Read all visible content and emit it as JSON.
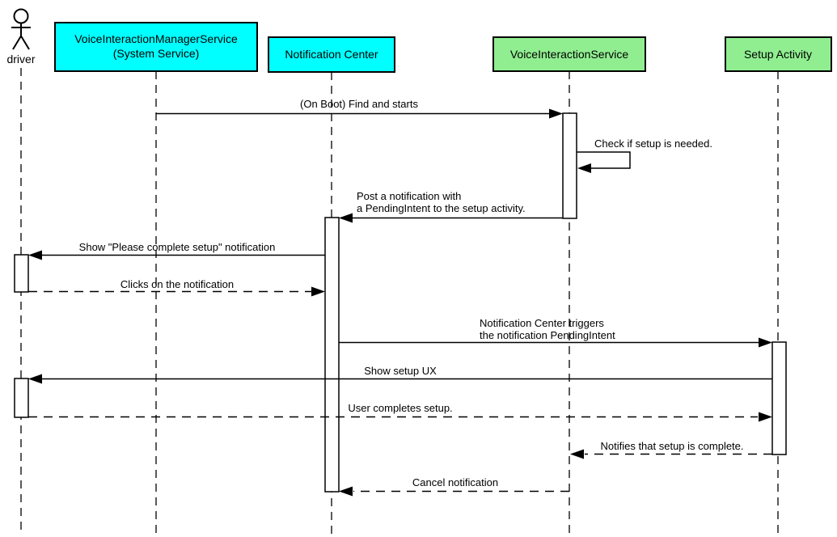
{
  "diagram": {
    "type": "uml-sequence-diagram",
    "colors": {
      "participant_cyan": "#00FFFF",
      "participant_green": "#90EE90",
      "line": "#000000",
      "activation_fill": "#FFFFFF",
      "background": "#FFFFFF"
    },
    "participants": [
      {
        "id": "driver",
        "type": "actor",
        "label": "driver"
      },
      {
        "id": "voice-interaction-manager-service",
        "type": "box",
        "lines": [
          "VoiceInteractionManagerService",
          "(System Service)"
        ],
        "fill": "#00FFFF"
      },
      {
        "id": "notification-center",
        "type": "box",
        "label": "Notification Center",
        "fill": "#00FFFF"
      },
      {
        "id": "voice-interaction-service",
        "type": "box",
        "label": "VoiceInteractionService",
        "fill": "#90EE90"
      },
      {
        "id": "setup-activity",
        "type": "box",
        "label": "Setup Activity",
        "fill": "#90EE90"
      }
    ],
    "messages": [
      {
        "from": "voice-interaction-manager-service",
        "to": "voice-interaction-service",
        "line": "solid",
        "text": "(On Boot) Find and starts"
      },
      {
        "from": "voice-interaction-service",
        "to": "voice-interaction-service",
        "line": "solid-self",
        "text": "Check if setup is needed."
      },
      {
        "from": "voice-interaction-service",
        "to": "notification-center",
        "line": "solid",
        "lines": [
          "Post a notification with",
          "a PendingIntent to the setup activity."
        ]
      },
      {
        "from": "notification-center",
        "to": "driver",
        "line": "solid",
        "text": "Show \"Please complete setup\" notification"
      },
      {
        "from": "driver",
        "to": "notification-center",
        "line": "dashed",
        "text": "Clicks on the notification"
      },
      {
        "from": "notification-center",
        "to": "setup-activity",
        "line": "solid",
        "lines": [
          "Notification Center triggers",
          "the notification PendingIntent"
        ]
      },
      {
        "from": "setup-activity",
        "to": "driver",
        "line": "solid",
        "text": "Show setup UX"
      },
      {
        "from": "driver",
        "to": "setup-activity",
        "line": "dashed",
        "text": "User completes setup."
      },
      {
        "from": "setup-activity",
        "to": "voice-interaction-service",
        "line": "dashed",
        "text": "Notifies that setup is complete."
      },
      {
        "from": "voice-interaction-service",
        "to": "notification-center",
        "line": "dashed",
        "text": "Cancel notification"
      }
    ]
  }
}
